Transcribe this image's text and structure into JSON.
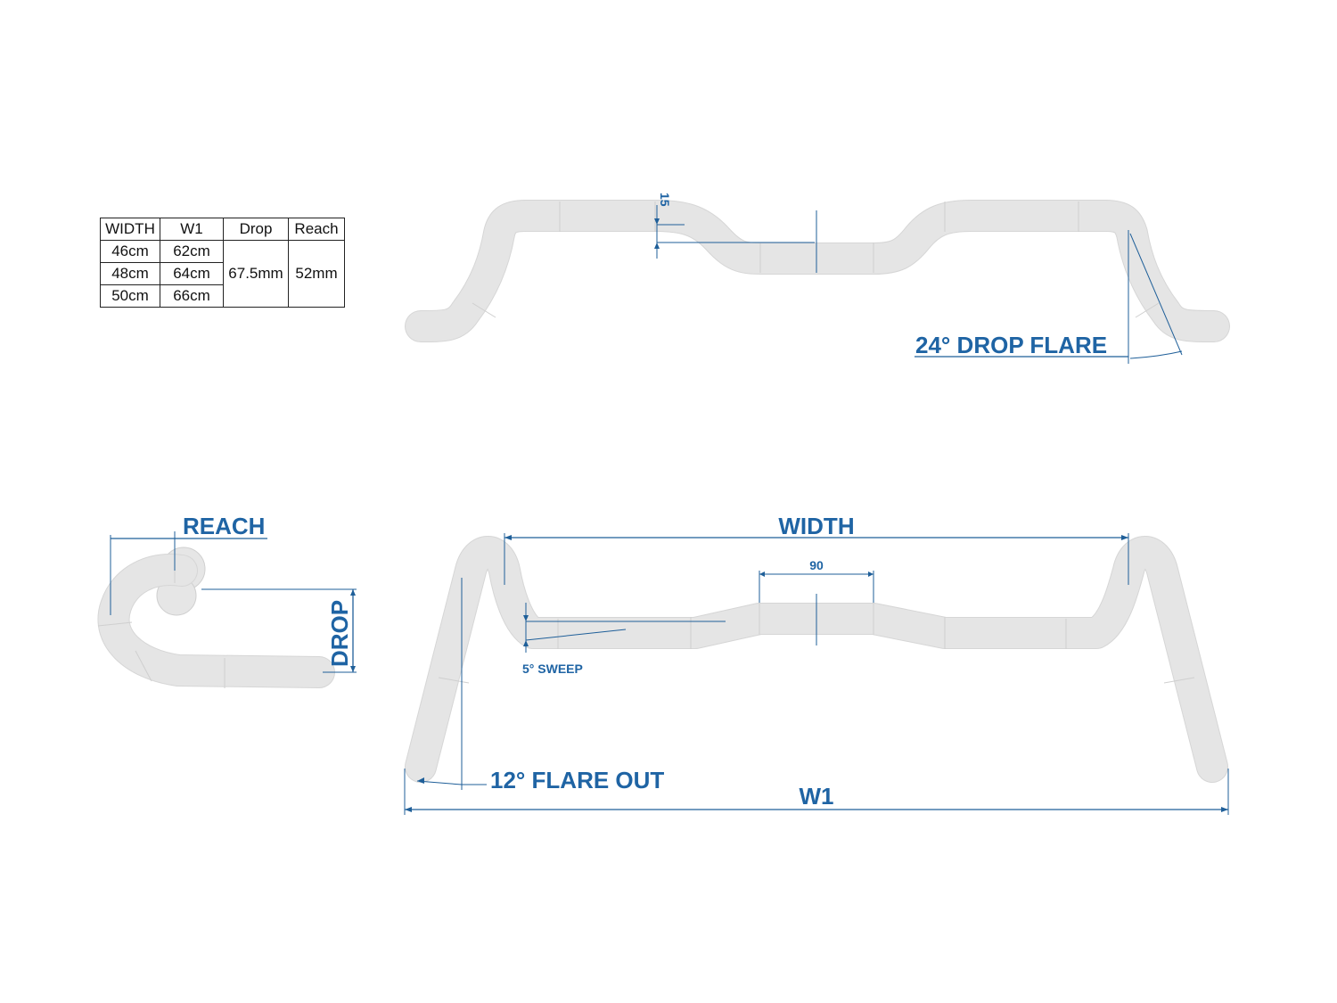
{
  "spec_table": {
    "headers": [
      "WIDTH",
      "W1",
      "Drop",
      "Reach"
    ],
    "rows": [
      {
        "width": "46cm",
        "w1": "62cm"
      },
      {
        "width": "48cm",
        "w1": "64cm"
      },
      {
        "width": "50cm",
        "w1": "66cm"
      }
    ],
    "drop": "67.5mm",
    "reach": "52mm"
  },
  "labels": {
    "rise": "15",
    "drop_flare": "24° DROP FLARE",
    "reach": "REACH",
    "drop": "DROP",
    "width": "WIDTH",
    "clamp": "90",
    "sweep": "5° SWEEP",
    "flare_out": "12° FLARE OUT",
    "w1": "W1"
  },
  "colors": {
    "dimension": "#1f5f99",
    "label": "#1f64a4",
    "tube": "#e6e6e6"
  }
}
